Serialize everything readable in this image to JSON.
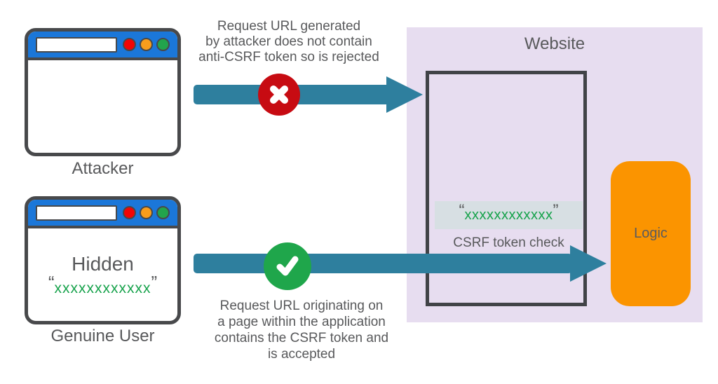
{
  "colors": {
    "arrow_teal": "#2e7f9e",
    "reject_red": "#c70b12",
    "accept_green": "#1fa64b",
    "token_green": "#16a24b",
    "titlebar_blue": "#1b77d9",
    "website_lavender": "#e7ddf0",
    "logic_orange": "#fb9400",
    "token_chip_bg": "#d7dfe3",
    "text_gray": "#58595b",
    "outline_dark": "#48494b",
    "dot_red": "#f10505",
    "dot_orange": "#f79d1c",
    "dot_green": "#22a44c"
  },
  "attacker": {
    "label": "Attacker"
  },
  "genuine_user": {
    "label": "Genuine User",
    "hidden_label": "Hidden",
    "open_quote": "“",
    "token": "xxxxxxxxxxxx",
    "close_quote": "”"
  },
  "top_flow": {
    "status_icon": "reject-x",
    "caption_lines": [
      "Request URL generated",
      "by attacker does not contain",
      "anti-CSRF token so is rejected"
    ]
  },
  "bottom_flow": {
    "status_icon": "accept-check",
    "caption_lines": [
      "Request URL originating on",
      "a page within the application",
      "contains the CSRF token and",
      "is accepted"
    ]
  },
  "website": {
    "label": "Website",
    "open_quote": "“",
    "token": "xxxxxxxxxxxx",
    "close_quote": "”",
    "token_check_label": "CSRF token check",
    "logic_label": "Logic"
  }
}
